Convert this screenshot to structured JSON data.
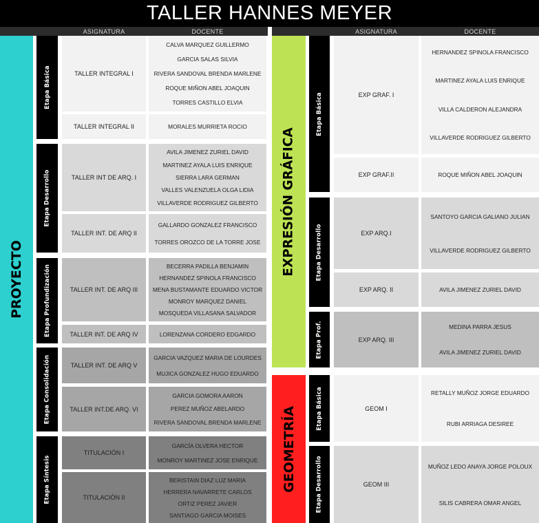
{
  "title": "TALLER HANNES MEYER",
  "headers": {
    "subject": "ASIGNATURA",
    "teacher": "DOCENTE"
  },
  "colors": {
    "proyecto": "#2ecfcf",
    "expresion_grafica": "#bde354",
    "geometria": "#ff1f1f"
  },
  "left": {
    "area": "PROYECTO",
    "stages": [
      "Etapa Básica",
      "Etapa Desarrollo",
      "Etapa Profundización",
      "Etapa Consolidación",
      "Etapa Síntesis"
    ],
    "rows": [
      {
        "subject": "TALLER  INTEGRAL I",
        "teachers": [
          "CALVA MARQUEZ GUILLERMO",
          "GARCIA SALAS SILVIA",
          "RIVERA SANDOVAL BRENDA MARLENE",
          "ROQUE MIÑON ABEL JOAQUIN",
          "TORRES CASTILLO ELVIA"
        ]
      },
      {
        "subject": "TALLER  INTEGRAL II",
        "teachers": [
          "MORALES MURRIETA ROCIO"
        ]
      },
      {
        "subject": "TALLER INT DE ARQ. I",
        "teachers": [
          "AVILA JIMENEZ ZURIEL DAVID",
          "MARTINEZ AYALA LUIS ENRIQUE",
          "SIERRA LARA GERMAN",
          "VALLES VALENZUELA OLGA LIDIA",
          "VILLAVERDE RODRIGUEZ GILBERTO"
        ]
      },
      {
        "subject": "TALLER INT. DE ARQ II",
        "teachers": [
          "GALLARDO GONZALEZ FRANCISCO",
          "TORRES OROZCO DE LA TORRE JOSE"
        ]
      },
      {
        "subject": "TALLER INT. DE ARQ III",
        "teachers": [
          "BECERRA PADILLA BENJAMIN",
          "HERNANDEZ SPINOLA FRANCISCO",
          "MENA BUSTAMANTE EDUARDO VICTOR",
          "MONROY MARQUEZ DANIEL",
          "MOSQUEDA VILLASANA SALVADOR"
        ]
      },
      {
        "subject": "TALLER INT. DE ARQ IV",
        "teachers": [
          "LORENZANA CORDERO EDGARDO"
        ]
      },
      {
        "subject": "TALLER INT. DE ARQ V",
        "teachers": [
          "GARCIA VAZQUEZ MARIA DE LOURDES",
          "MUJICA GONZALEZ HUGO EDUARDO"
        ]
      },
      {
        "subject": "TALLER INT.DE ARQ. VI",
        "teachers": [
          "GARCIA GOMORA AARON",
          "PEREZ MUÑOZ ABELARDO",
          "RIVERA SANDOVAL BRENDA MARLENE"
        ]
      },
      {
        "subject": "TITULACIÓN I",
        "teachers": [
          "GARCÍA OLVERA HECTOR",
          "MONROY MARTINEZ JOSE ENRIQUE"
        ]
      },
      {
        "subject": "TITULACIÓN II",
        "teachers": [
          "BERISTAIN DIAZ LUZ MARIA",
          "HERRERA NAVARRETE CARLOS",
          "ORTIZ PEREZ JAVIER",
          "SANTIAGO GARCIA MOISES"
        ]
      }
    ]
  },
  "right": {
    "area_top": "EXPRESIÓN GRÁFICA",
    "area_bottom": "GEOMETRÍA",
    "stages": [
      "Etapa Básica",
      "Etapa Desarrollo",
      "Etapa Prof.",
      "Etapa Básica",
      "Etapa Desarrollo"
    ],
    "rows": [
      {
        "subject": "EXP GRAF. I",
        "teachers": [
          "HERNANDEZ SPINOLA FRANCISCO",
          "MARTINEZ AYALA LUIS ENRIQUE",
          "VILLA CALDERON ALEJANDRA",
          "VILLAVERDE RODRIGUEZ GILBERTO"
        ]
      },
      {
        "subject": "EXP GRAF.II",
        "teachers": [
          "ROQUE MIÑON ABEL JOAQUIN"
        ]
      },
      {
        "subject": "EXP ARQ.I",
        "teachers": [
          "SANTOYO GARCIA GALIANO JULIAN",
          "VILLAVERDE RODRIGUEZ GILBERTO"
        ]
      },
      {
        "subject": "EXP ARQ. II",
        "teachers": [
          "AVILA JIMENEZ ZURIEL DAVID"
        ]
      },
      {
        "subject": "EXP ARQ. III",
        "teachers": [
          "MEDINA PARRA JESUS",
          "AVILA JIMENEZ ZURIEL DAVID"
        ]
      },
      {
        "subject": "GEOM I",
        "teachers": [
          "RETALLY MUÑOZ JORGE EDUARDO",
          "RUBI ARRIAGA DESIREE"
        ]
      },
      {
        "subject": "GEOM III",
        "teachers": [
          "MUÑOZ LEDO ANAYA JORGE POLOUX",
          "SILIS CABRERA OMAR ANGEL"
        ]
      }
    ]
  }
}
